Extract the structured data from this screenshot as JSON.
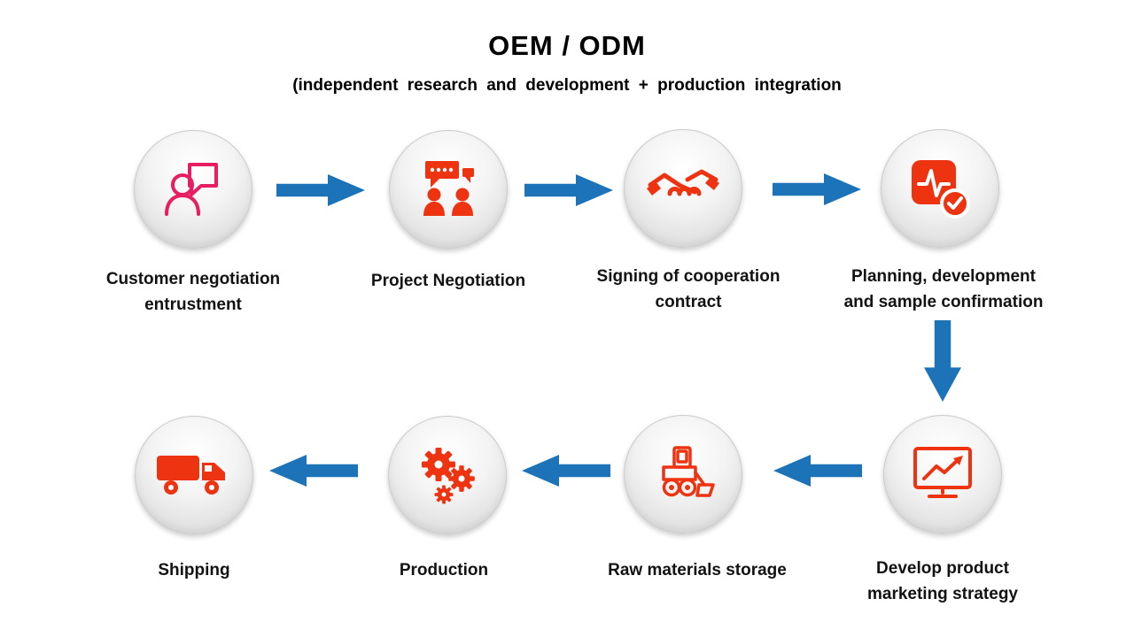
{
  "title": "OEM / ODM",
  "subtitle": "(independent research and development + production integration",
  "colors": {
    "arrow_blue": "#1d73b8",
    "icon_red": "#ee3311",
    "icon_pink": "#e81d62",
    "badge_gray": "#e3e3e3",
    "text_black": "#121212"
  },
  "steps": [
    {
      "icon": "person-chat-icon",
      "lines": [
        "Customer negotiation",
        "entrustment"
      ]
    },
    {
      "icon": "people-discussion-icon",
      "lines": [
        "Project Negotiation"
      ]
    },
    {
      "icon": "handshake-icon",
      "lines": [
        "Signing of cooperation",
        "contract"
      ]
    },
    {
      "icon": "pulse-check-icon",
      "lines": [
        "Planning, development",
        "and sample confirmation"
      ]
    },
    {
      "icon": "monitor-chart-icon",
      "lines": [
        "Develop product",
        "marketing strategy"
      ]
    },
    {
      "icon": "wheel-loader-icon",
      "lines": [
        "Raw materials storage"
      ]
    },
    {
      "icon": "gears-icon",
      "lines": [
        "Production"
      ]
    },
    {
      "icon": "truck-icon",
      "lines": [
        "Shipping"
      ]
    }
  ]
}
